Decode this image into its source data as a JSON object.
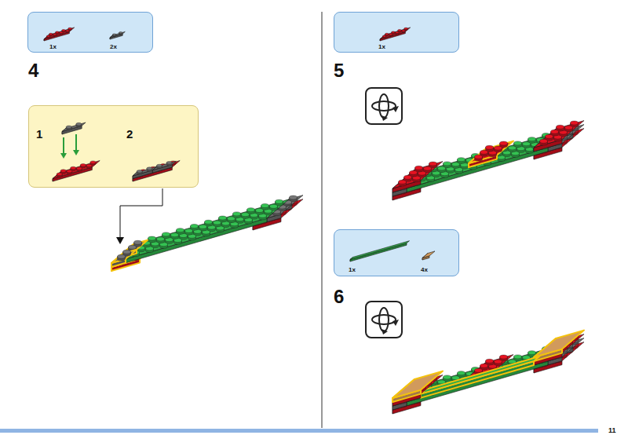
{
  "diagram": {
    "nodes": [
      {
        "text": [
          "1x",
          "2x"
        ]
      },
      {
        "text": [
          "1",
          "2"
        ]
      },
      {
        "text": [
          "1x"
        ]
      },
      {
        "text": [
          "1x",
          "4x"
        ]
      }
    ],
    "labels": [
      "4",
      "5",
      "6",
      "11"
    ]
  }
}
